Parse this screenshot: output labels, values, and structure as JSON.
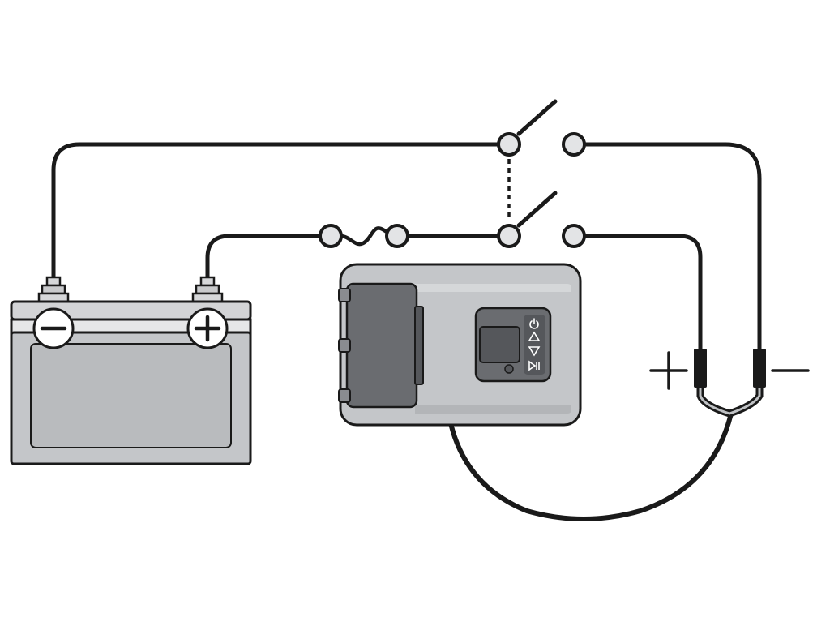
{
  "battery": {
    "negative_terminal_symbol": "−",
    "positive_terminal_symbol": "+"
  },
  "charger": {
    "buttons": [
      {
        "name": "power-button",
        "icon": "power-icon"
      },
      {
        "name": "up-button",
        "icon": "triangle-up-icon"
      },
      {
        "name": "down-button",
        "icon": "triangle-down-icon"
      },
      {
        "name": "play-pause-button",
        "icon": "play-pause-icon"
      }
    ],
    "display_state": "blank"
  },
  "switch": {
    "type": "double-pole-single-throw",
    "state": "open"
  },
  "fuse": {
    "type": "inline-fuse"
  },
  "output": {
    "positive_symbol": "+",
    "negative_symbol": "−"
  },
  "colors": {
    "wire": "#1a1a1a",
    "housing": "#c4c6c9",
    "housing_dark": "#5f6165",
    "terminal": "#d9dadc"
  }
}
